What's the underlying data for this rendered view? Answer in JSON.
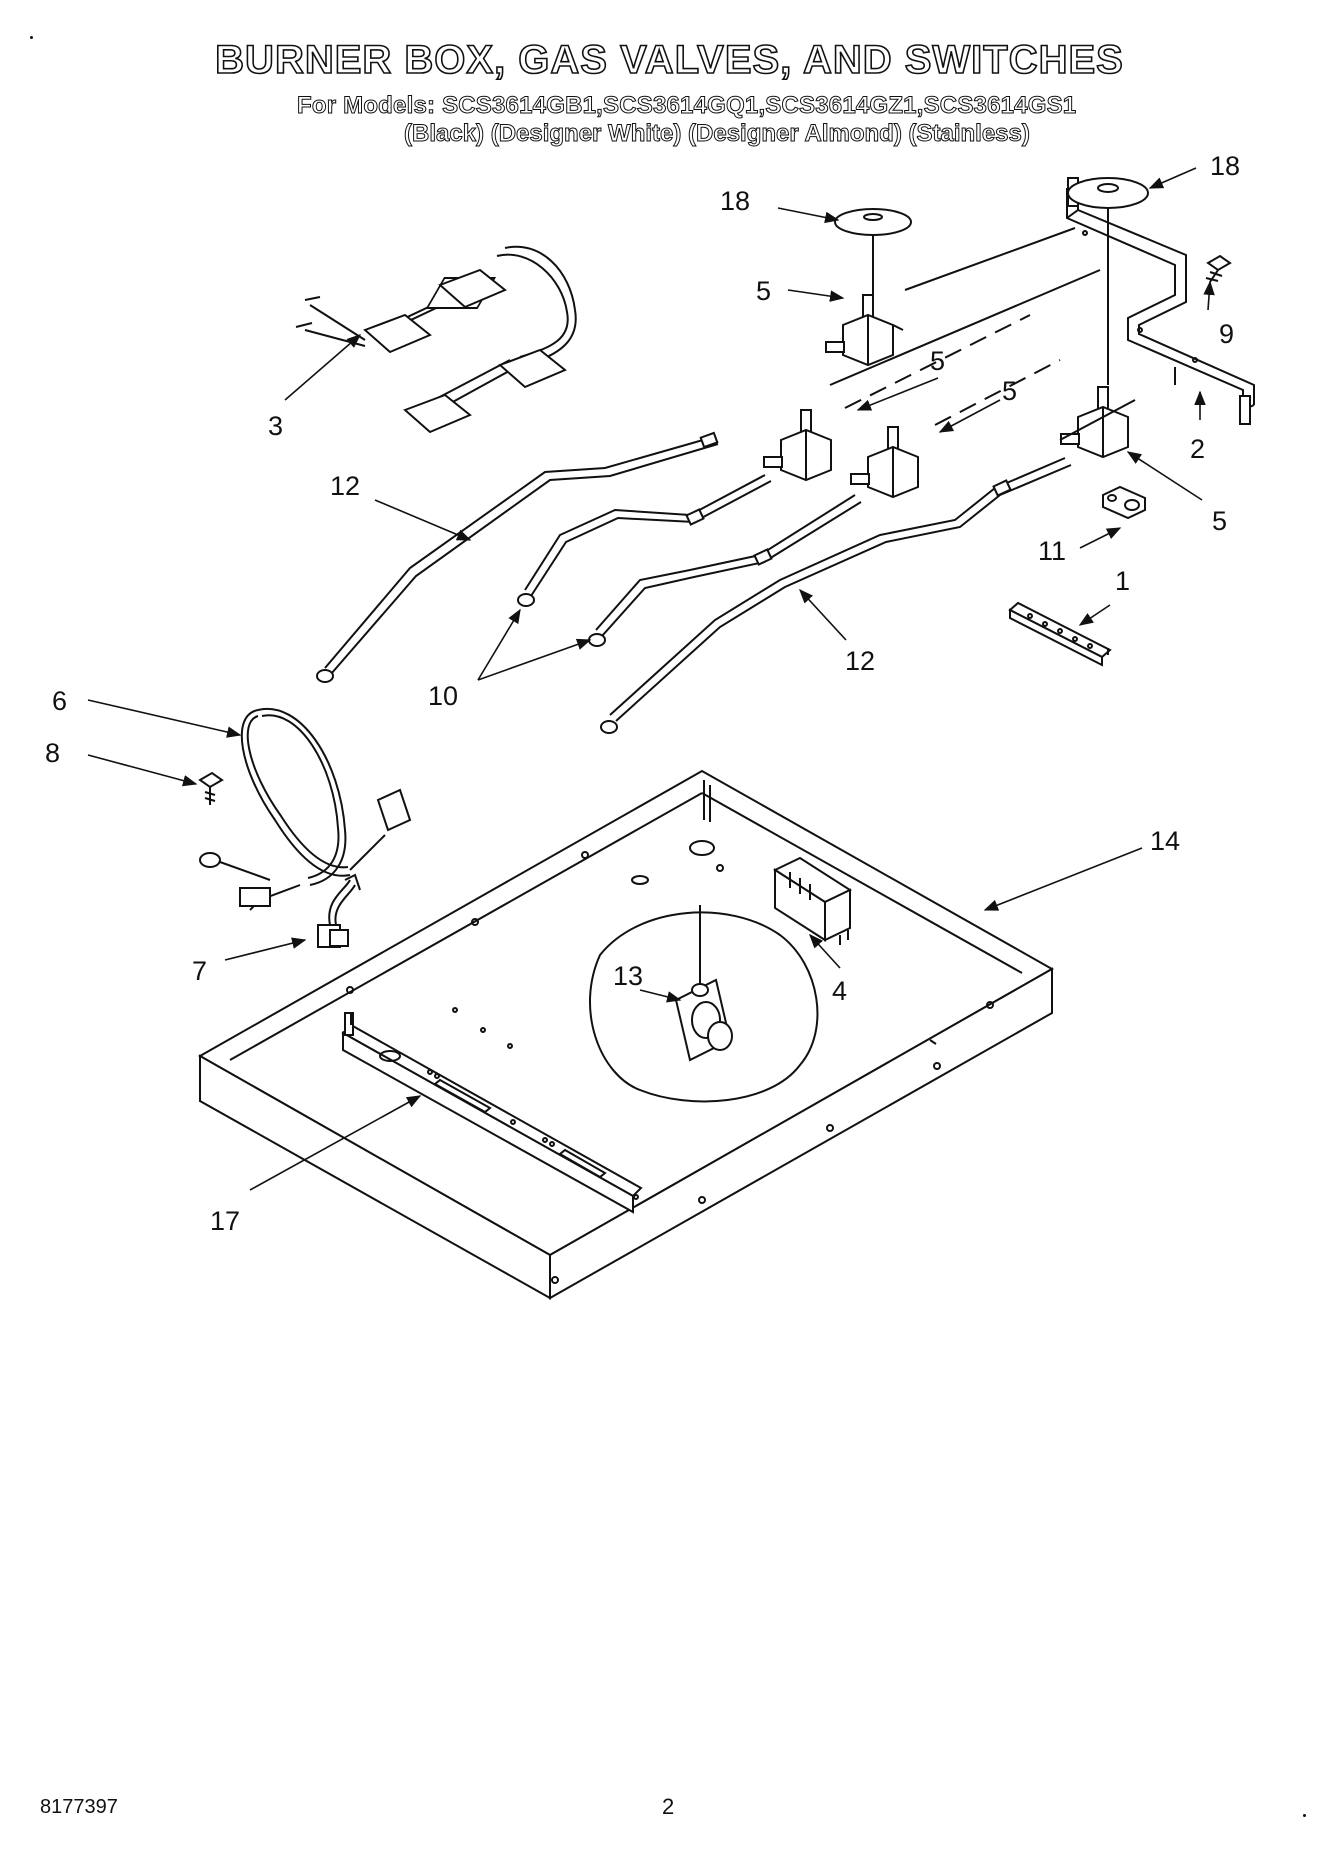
{
  "header": {
    "title": "BURNER BOX, GAS VALVES, AND SWITCHES",
    "models_line": "For Models: SCS3614GB1,SCS3614GQ1,SCS3614GZ1,SCS3614GS1",
    "colors_line": "(Black)  (Designer White) (Designer Almond) (Stainless)"
  },
  "callouts": {
    "c1": "1",
    "c2": "2",
    "c3": "3",
    "c4": "4",
    "c5a": "5",
    "c5b": "5",
    "c5c": "5",
    "c5d": "5",
    "c6": "6",
    "c7": "7",
    "c8": "8",
    "c9": "9",
    "c10": "10",
    "c11": "11",
    "c12a": "12",
    "c12b": "12",
    "c13": "13",
    "c14": "14",
    "c17": "17",
    "c18a": "18",
    "c18b": "18"
  },
  "footer": {
    "doc_number": "8177397",
    "page_number": "2"
  }
}
